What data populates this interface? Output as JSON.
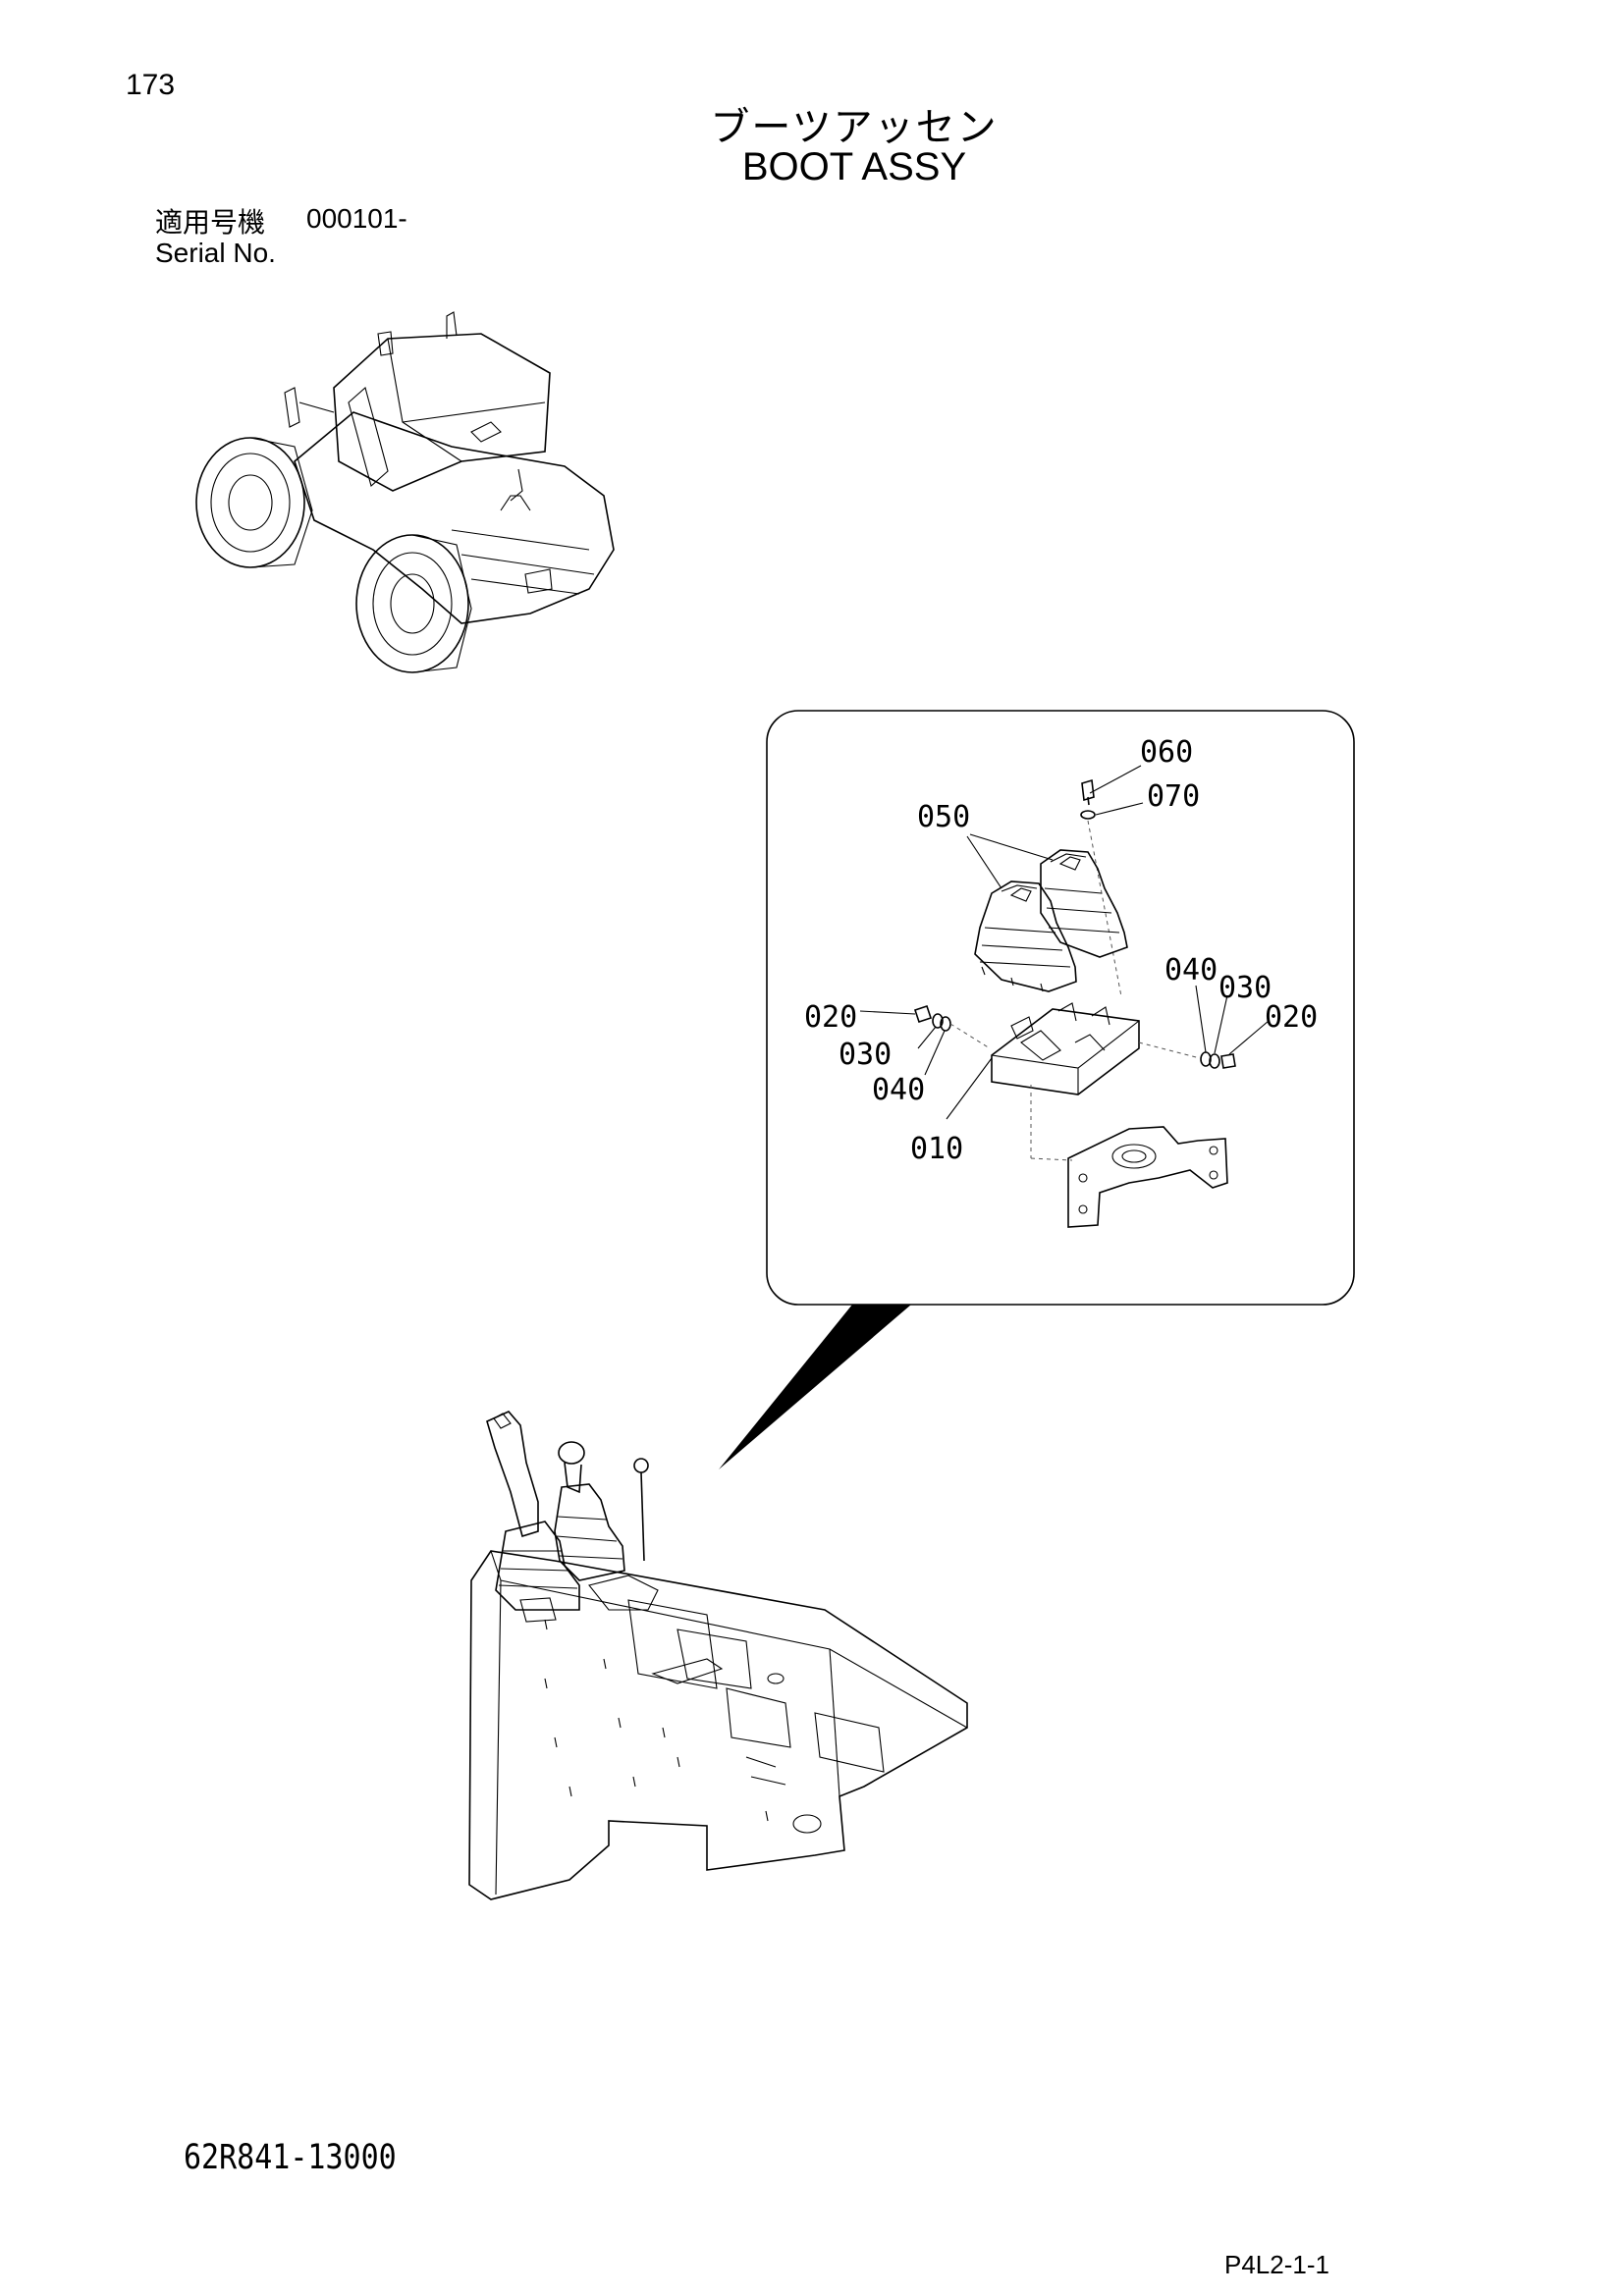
{
  "header": {
    "page_number": "173",
    "title_jp": "ブーツアッセン",
    "title_en": "BOOT ASSY"
  },
  "serial": {
    "label_jp": "適用号機",
    "value": "000101-",
    "label_en": "Serial No."
  },
  "callouts": {
    "c060": "060",
    "c070": "070",
    "c050": "050",
    "c040_right": "040",
    "c030_right": "030",
    "c020_right": "020",
    "c020_left": "020",
    "c030_left": "030",
    "c040_left": "040",
    "c010": "010"
  },
  "footer": {
    "drawing_number": "62R841-13000",
    "page_code": "P4L2-1-1"
  }
}
